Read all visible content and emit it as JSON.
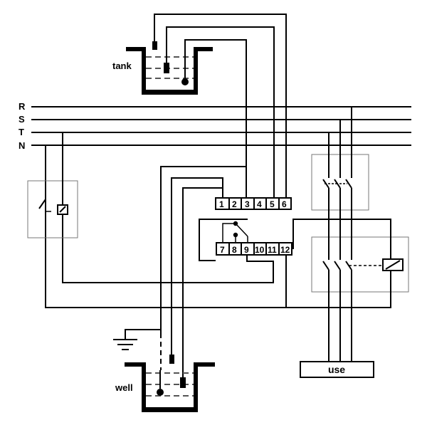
{
  "phases": [
    "R",
    "S",
    "T",
    "N"
  ],
  "labels": {
    "tank": "tank",
    "well": "well",
    "use": "use"
  },
  "terminals_top": [
    "1",
    "2",
    "3",
    "4",
    "5",
    "6"
  ],
  "terminals_bottom": [
    "7",
    "8",
    "9",
    "10",
    "11",
    "12"
  ]
}
